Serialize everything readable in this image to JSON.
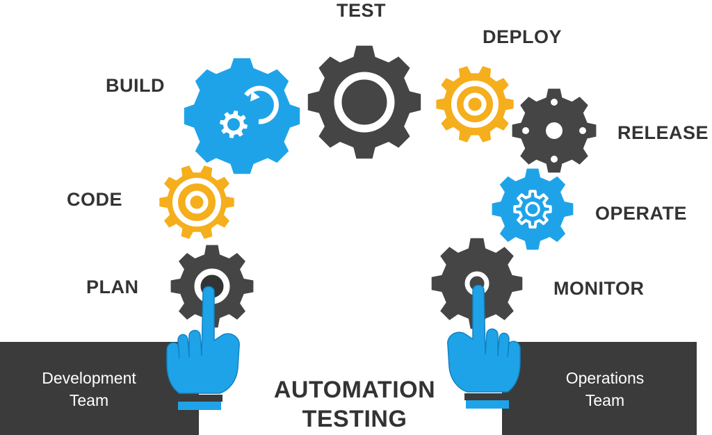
{
  "title": {
    "line1": "AUTOMATION",
    "line2": "TESTING"
  },
  "teams": {
    "development": {
      "line1": "Development",
      "line2": "Team"
    },
    "operations": {
      "line1": "Operations",
      "line2": "Team"
    }
  },
  "stages": {
    "plan": "PLAN",
    "code": "CODE",
    "build": "BUILD",
    "test": "TEST",
    "deploy": "DEPLOY",
    "release": "RELEASE",
    "operate": "OPERATE",
    "monitor": "MONITOR"
  },
  "colors": {
    "dark_gear": "#454545",
    "blue_gear": "#1fa3e8",
    "yellow_gear": "#f5ae1c",
    "team_box": "#3b3b3b",
    "text": "#333333",
    "hand": "#1fa3e8"
  },
  "icons": {
    "plan": "gear-ring-icon",
    "code": "gear-target-icon",
    "build": "gear-cogs-icon",
    "test": "gear-ring-icon",
    "deploy": "gear-target-icon",
    "release": "gear-dots-icon",
    "operate": "gear-cog-outline-icon",
    "monitor": "gear-ring-icon",
    "hands": "pointing-hand-icon"
  }
}
